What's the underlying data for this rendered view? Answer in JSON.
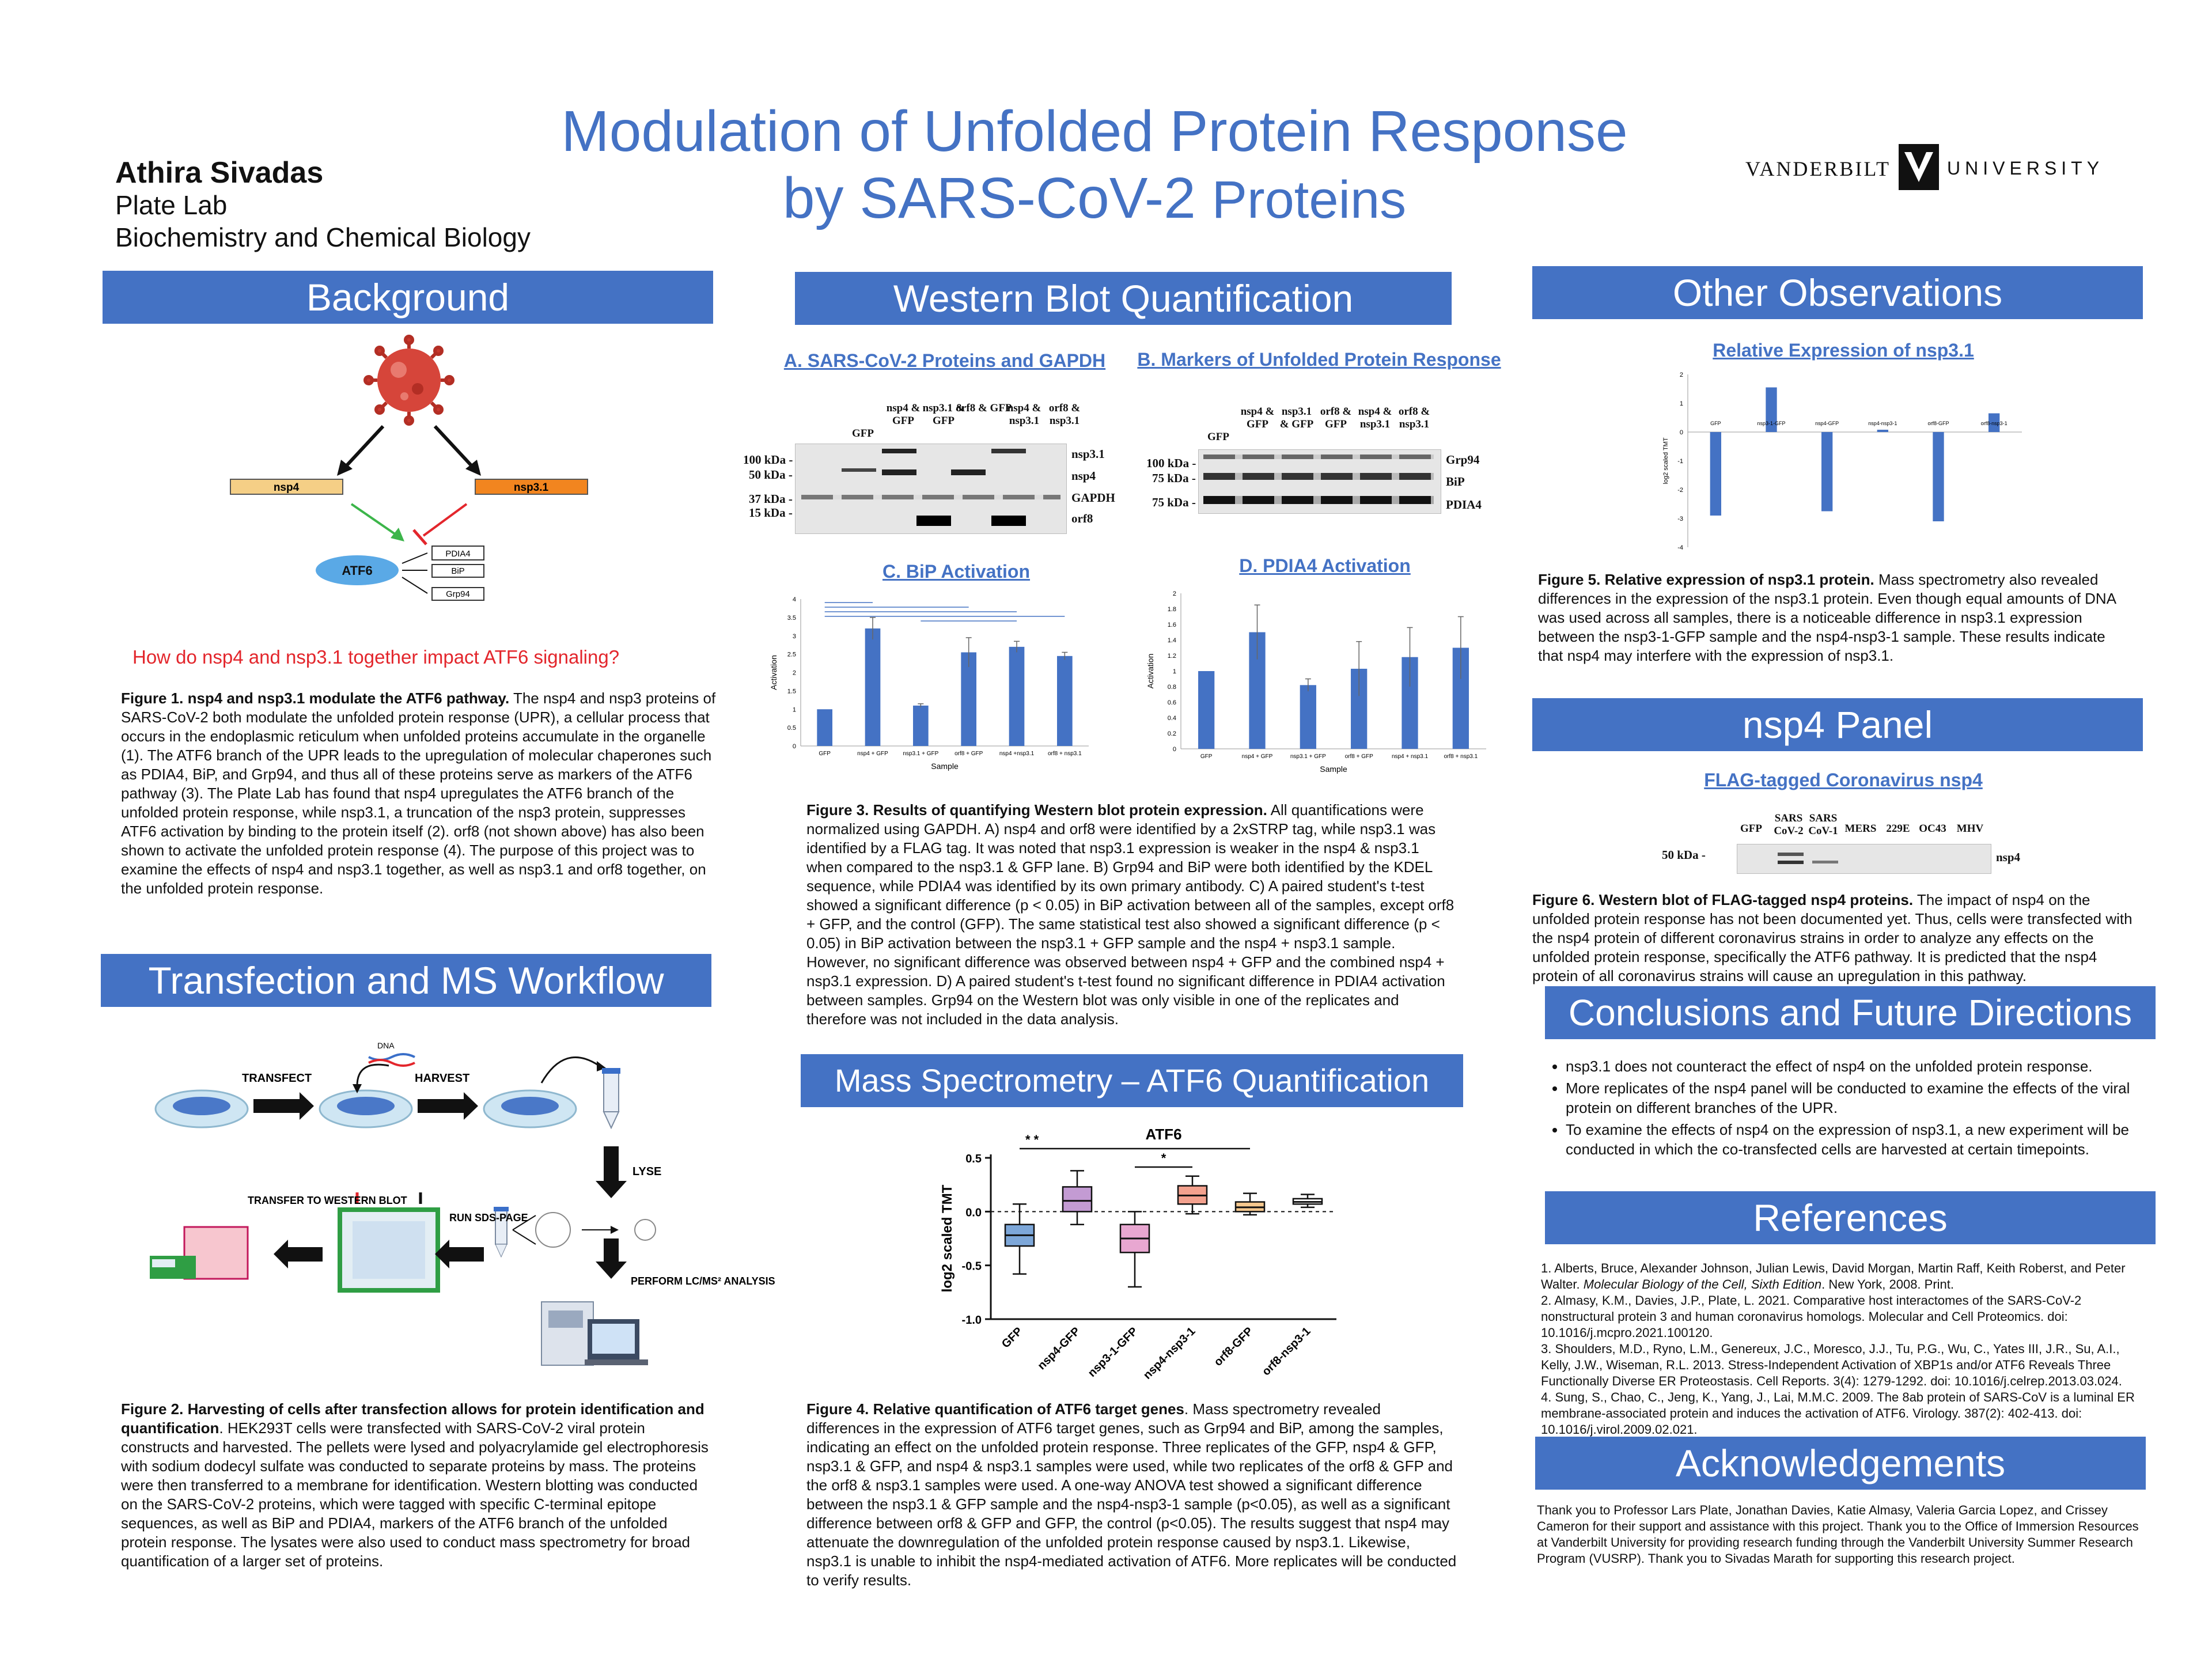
{
  "title": {
    "line1": "Modulation of Unfolded Protein Response",
    "line2a": "by SARS-CoV-2 ",
    "line2b": "Proteins"
  },
  "author": {
    "name": "Athira Sivadas",
    "lab": "Plate Lab",
    "dept": "Biochemistry and Chemical Biology"
  },
  "logo": {
    "left": "VANDERBILT",
    "right": "UNIVERSITY"
  },
  "background": {
    "header": "Background",
    "nsp4": "nsp4",
    "nsp31": "nsp3.1",
    "atf6": "ATF6",
    "targets": [
      "PDIA4",
      "BiP",
      "Grp94"
    ],
    "question": "How do nsp4 and nsp3.1 together impact ATF6 signaling?",
    "caption_bold": "Figure 1. nsp4 and nsp3.1 modulate the ATF6 pathway.",
    "caption": " The nsp4 and nsp3 proteins of SARS-CoV-2 both modulate the unfolded protein response (UPR), a cellular process that occurs in the endoplasmic reticulum when unfolded proteins accumulate in the organelle (1). The ATF6 branch of the UPR leads to the upregulation of molecular chaperones such as PDIA4, BiP, and Grp94, and thus all of these proteins serve as markers of the ATF6 pathway (3). The Plate Lab has found that nsp4 upregulates the ATF6 branch of the unfolded protein response, while nsp3.1, a truncation of the nsp3 protein, suppresses ATF6 activation by binding to the protein itself (2). orf8 (not shown above) has also been shown to activate the unfolded protein response (4). The purpose of this project was to examine the effects of  nsp4 and nsp3.1 together, as well as nsp3.1 and orf8 together, on the unfolded protein response."
  },
  "workflow": {
    "header": "Transfection and MS Workflow",
    "steps": {
      "dna": "DNA",
      "transfect": "TRANSFECT",
      "harvest": "HARVEST",
      "lyse": "LYSE",
      "transfer": "TRANSFER TO WESTERN BLOT",
      "run": "RUN SDS-PAGE",
      "perform": "PERFORM LC/MS² ANALYSIS"
    },
    "caption_bold": "Figure 2. Harvesting of cells after transfection allows for protein identification and quantification",
    "caption": ". HEK293T cells were transfected with SARS-CoV-2 viral protein constructs and harvested. The pellets were lysed and polyacrylamide gel electrophoresis with sodium dodecyl sulfate was conducted to separate proteins by mass. The proteins were then transferred to a membrane for identification. Western blotting was conducted on the SARS-CoV-2 proteins, which were tagged with specific C-terminal epitope sequences, as well as BiP and PDIA4, markers of the ATF6 branch of the unfolded protein response. The lysates were also used to conduct mass spectrometry for broad quantification of a larger set of proteins."
  },
  "wb": {
    "header": "Western Blot Quantification",
    "a_title": "A. SARS-CoV-2 Proteins and GAPDH",
    "b_title": "B. Markers of Unfolded Protein Response",
    "c_title": "C. BiP Activation",
    "d_title": "D. PDIA4 Activation",
    "lanes": [
      "GFP",
      "nsp4 & GFP",
      "nsp3.1 & GFP",
      "orf8 & GFP",
      "nsp4 & nsp3.1",
      "orf8 & nsp3.1"
    ],
    "a_kda": [
      "100 kDa -",
      "50 kDa -",
      "37 kDa -",
      "15 kDa -"
    ],
    "a_bands": [
      "nsp3.1",
      "nsp4",
      "GAPDH",
      "orf8"
    ],
    "b_kda": [
      "100 kDa -",
      "75 kDa -",
      "75 kDa -"
    ],
    "b_bands": [
      "Grp94",
      "BiP",
      "PDIA4"
    ],
    "caption_bold": "Figure 3. Results of quantifying Western blot protein expression.",
    "caption": " All quantifications were normalized using GAPDH. A) nsp4 and orf8 were identified by a 2xSTRP tag, while nsp3.1 was identified by a FLAG tag. It was noted that nsp3.1 expression is weaker in the nsp4 & nsp3.1 when compared to the nsp3.1 & GFP lane. B) Grp94 and BiP were both identified by the KDEL sequence, while PDIA4 was identified by its own primary antibody. C) A paired student's t-test showed a significant difference (p < 0.05) in BiP activation between all of the samples, except orf8 + GFP, and the control (GFP). The same statistical test also showed a significant difference (p < 0.05) in BiP activation between the nsp3.1 + GFP sample and the nsp4 + nsp3.1 sample. However, no significant difference was observed between nsp4 + GFP and the combined nsp4 + nsp3.1 expression. D) A paired student's t-test found no significant difference in PDIA4 activation between samples. Grp94 on the Western blot was only visible in one of the replicates and therefore was not included in the data analysis."
  },
  "ms": {
    "header": "Mass Spectrometry – ATF6 Quantification",
    "caption_bold": "Figure 4. Relative quantification of ATF6 target genes",
    "caption": ". Mass spectrometry revealed differences in the expression of ATF6 target genes, such as Grp94 and BiP, among the samples, indicating an effect on the unfolded protein response. Three replicates of the GFP, nsp4 & GFP, nsp3.1 & GFP, and nsp4 & nsp3.1 samples were used, while two replicates of the orf8 & GFP and the orf8 & nsp3.1 samples were used. A one-way ANOVA test showed a significant difference between the nsp3.1 & GFP sample and the nsp4-nsp3-1 sample (p<0.05), as well as a significant difference between orf8 & GFP and GFP, the control (p<0.05). The results suggest that nsp4 may attenuate the downregulation of the unfolded protein response caused by nsp3.1. Likewise, nsp3.1 is unable to inhibit the nsp4-mediated activation of ATF6. More replicates will be conducted to verify results."
  },
  "other": {
    "header": "Other Observations",
    "chart_title": "Relative Expression of nsp3.1",
    "caption_bold": "Figure 5. Relative expression of nsp3.1 protein.",
    "caption": " Mass spectrometry also revealed differences in the expression of the nsp3.1 protein. Even though equal amounts of DNA was used across all samples, there is a noticeable difference in nsp3.1 expression between the nsp3-1-GFP sample and the nsp4-nsp3-1 sample. These results indicate that nsp4 may interfere with the expression of nsp3.1."
  },
  "nsp4panel": {
    "header": "nsp4 Panel",
    "title": "FLAG-tagged Coronavirus nsp4",
    "lanes": [
      "GFP",
      "SARS CoV-2",
      "SARS CoV-1",
      "MERS",
      "229E",
      "OC43",
      "MHV"
    ],
    "kda": "50 kDa -",
    "band": "nsp4",
    "caption_bold": "Figure 6. Western blot of FLAG-tagged nsp4 proteins.",
    "caption": " The impact of nsp4 on the unfolded protein response has not been documented yet. Thus, cells were transfected with the nsp4 protein of different coronavirus strains in order to analyze any effects on the unfolded protein response, specifically the ATF6 pathway. It is predicted that the nsp4 protein of all coronavirus strains will cause an upregulation in this pathway."
  },
  "conclusions": {
    "header": "Conclusions and Future Directions",
    "items": [
      "nsp3.1 does not counteract the effect of nsp4 on the unfolded protein response.",
      " More replicates of the nsp4 panel will be conducted to examine the effects of the viral protein on different branches of the UPR.",
      "To examine the effects of nsp4 on the expression of nsp3.1, a new experiment will be conducted in which the co-transfected cells are harvested at certain timepoints."
    ]
  },
  "references": {
    "header": "References",
    "r1a": "1. Alberts, Bruce, Alexander Johnson, Julian Lewis, David Morgan, Martin Raff, Keith Roberst, and Peter Walter. ",
    "r1b": "Molecular Biology of the Cell, Sixth Edition",
    "r1c": ". New York, 2008. Print.",
    "r2": "2. Almasy, K.M., Davies, J.P., Plate, L. 2021. Comparative host interactomes of the SARS-CoV-2 nonstructural protein 3 and human coronavirus homologs. Molecular and Cell Proteomics. doi: 10.1016/j.mcpro.2021.100120.",
    "r3": "3. Shoulders, M.D., Ryno, L.M., Genereux, J.C., Moresco, J.J., Tu, P.G., Wu, C., Yates III, J.R., Su, A.I., Kelly, J.W., Wiseman, R.L. 2013. Stress-Independent Activation of XBP1s and/or ATF6 Reveals Three Functionally Diverse ER Proteostasis. Cell Reports. 3(4): 1279-1292. doi: 10.1016/j.celrep.2013.03.024.",
    "r4": "4. Sung, S., Chao, C., Jeng, K., Yang, J., Lai, M.M.C. 2009. The 8ab protein of SARS-CoV is a luminal ER membrane-associated protein and induces the activation of ATF6. Virology. 387(2): 402-413. doi: 10.1016/j.virol.2009.02.021."
  },
  "ack": {
    "header": "Acknowledgements",
    "text": "Thank you to Professor Lars Plate, Jonathan Davies, Katie Almasy, Valeria Garcia Lopez, and Crissey Cameron for their support and assistance with this project. Thank you to the Office of Immersion Resources at Vanderbilt University for providing research funding through the Vanderbilt University Summer Research Program (VUSRP). Thank you to Sivadas Marath for supporting this research project."
  },
  "chart_data": [
    {
      "type": "bar",
      "title": "C. BiP Activation",
      "xlabel": "Sample",
      "ylabel": "Activation",
      "categories": [
        "GFP",
        "nsp4 + GFP",
        "nsp3.1 + GFP",
        "orf8 + GFP",
        "nsp4 +nsp3.1",
        "orf8 + nsp3.1"
      ],
      "values": [
        1.0,
        3.2,
        1.1,
        2.55,
        2.7,
        2.45
      ],
      "errors": [
        0,
        0.3,
        0.05,
        0.4,
        0.15,
        0.1
      ],
      "ylim": [
        0,
        4
      ],
      "yticks": [
        0,
        0.5,
        1,
        1.5,
        2,
        2.5,
        3,
        3.5,
        4
      ],
      "color": "#4472c4"
    },
    {
      "type": "bar",
      "title": "D. PDIA4 Activation",
      "xlabel": "Sample",
      "ylabel": "Activation",
      "categories": [
        "GFP",
        "nsp4 + GFP",
        "nsp3.1 + GFP",
        "orf8 + GFP",
        "nsp4 + nsp3.1",
        "orf8 + nsp3.1"
      ],
      "values": [
        1.0,
        1.5,
        0.82,
        1.03,
        1.18,
        1.3
      ],
      "errors": [
        0,
        0.35,
        0.08,
        0.35,
        0.38,
        0.4
      ],
      "ylim": [
        0,
        2
      ],
      "yticks": [
        0,
        0.2,
        0.4,
        0.6,
        0.8,
        1,
        1.2,
        1.4,
        1.6,
        1.8,
        2
      ],
      "color": "#4472c4"
    },
    {
      "type": "box",
      "title": "ATF6",
      "ylabel": "log2 scaled TMT",
      "categories": [
        "GFP",
        "nsp4-GFP",
        "nsp3-1-GFP",
        "nsp4-nsp3-1",
        "orf8-GFP",
        "orf8-nsp3-1"
      ],
      "boxes": [
        {
          "min": -0.58,
          "q1": -0.32,
          "median": -0.22,
          "q3": -0.12,
          "max": 0.07,
          "fill": "#7da7d9"
        },
        {
          "min": -0.12,
          "q1": 0.0,
          "median": 0.1,
          "q3": 0.23,
          "max": 0.38,
          "fill": "#c39bd3"
        },
        {
          "min": -0.7,
          "q1": -0.38,
          "median": -0.25,
          "q3": -0.12,
          "max": 0.0,
          "fill": "#e8a7d1"
        },
        {
          "min": -0.02,
          "q1": 0.07,
          "median": 0.15,
          "q3": 0.24,
          "max": 0.33,
          "fill": "#f3a18e"
        },
        {
          "min": -0.03,
          "q1": 0.0,
          "median": 0.04,
          "q3": 0.09,
          "max": 0.17,
          "fill": "#f6c88e"
        },
        {
          "min": 0.04,
          "q1": 0.07,
          "median": 0.09,
          "q3": 0.12,
          "max": 0.16,
          "fill": "#ffffff"
        }
      ],
      "ylim": [
        -1.0,
        0.5
      ],
      "yticks": [
        "-1.0",
        "-0.5",
        "0.0",
        "0.5"
      ],
      "annotations": [
        "* *",
        "*"
      ]
    },
    {
      "type": "bar",
      "title": "Relative Expression of nsp3.1",
      "ylabel": "log2 scaled TMT",
      "categories": [
        "GFP",
        "nsp3-1-GFP",
        "nsp4-GFP",
        "nsp4-nsp3-1",
        "orf8-GFP",
        "orf8-nsp3-1"
      ],
      "values": [
        -2.9,
        1.55,
        -2.75,
        0.08,
        -3.1,
        0.65
      ],
      "ylim": [
        -4,
        2
      ],
      "yticks": [
        -4,
        -3,
        -2,
        -1,
        0,
        1,
        2
      ],
      "color": "#4472c4"
    }
  ]
}
